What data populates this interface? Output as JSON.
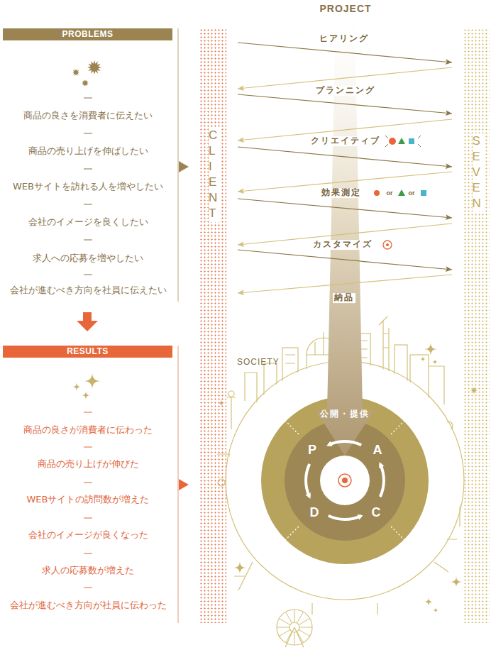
{
  "diagram": {
    "nodes": [
      {
        "text": [
          "PROBLEMS"
        ]
      },
      {
        "text": [
          "RESULTS"
        ]
      },
      {
        "text": [
          "CLIENT"
        ]
      },
      {
        "text": [
          "SEVEN"
        ]
      },
      {
        "text": [
          "SOCIETY",
          "公開・提供"
        ]
      }
    ],
    "edges": [
      {
        "from": 2,
        "to": 3,
        "arrow": "to"
      },
      {
        "from": 3,
        "to": 2,
        "arrow": "to"
      },
      {
        "from": 2,
        "to": 3,
        "arrow": "to"
      },
      {
        "from": 3,
        "to": 2,
        "arrow": "to"
      },
      {
        "from": 2,
        "to": 3,
        "arrow": "to"
      },
      {
        "from": 3,
        "to": 2,
        "arrow": "to"
      },
      {
        "from": 2,
        "to": 3,
        "arrow": "to"
      },
      {
        "from": 3,
        "to": 2,
        "arrow": "to"
      },
      {
        "from": 2,
        "to": 3,
        "arrow": "to"
      },
      {
        "from": 3,
        "to": 2,
        "arrow": "to"
      }
    ],
    "labels": [
      "PROJECT",
      "ヒアリング",
      "プランニング",
      "クリエイティブ",
      "効果測定",
      "or",
      "or",
      "カスタマイズ",
      "納品",
      "商品の良さを消費者に伝えたい",
      "商品の売り上げを伸ばしたい",
      "WEBサイトを訪れる人を増やしたい",
      "会社のイメージを良くしたい",
      "求人への応募を増やしたい",
      "会社が進むべき方向を社員に伝えたい",
      "商品の良さが消費者に伝わった",
      "商品の売り上げが伸びた",
      "WEBサイトの訪問数が増えた",
      "会社のイメージが良くなった",
      "求人の応募数が増えた",
      "会社が進むべき方向が社員に伝わった",
      "P",
      "A",
      "D",
      "C"
    ]
  }
}
